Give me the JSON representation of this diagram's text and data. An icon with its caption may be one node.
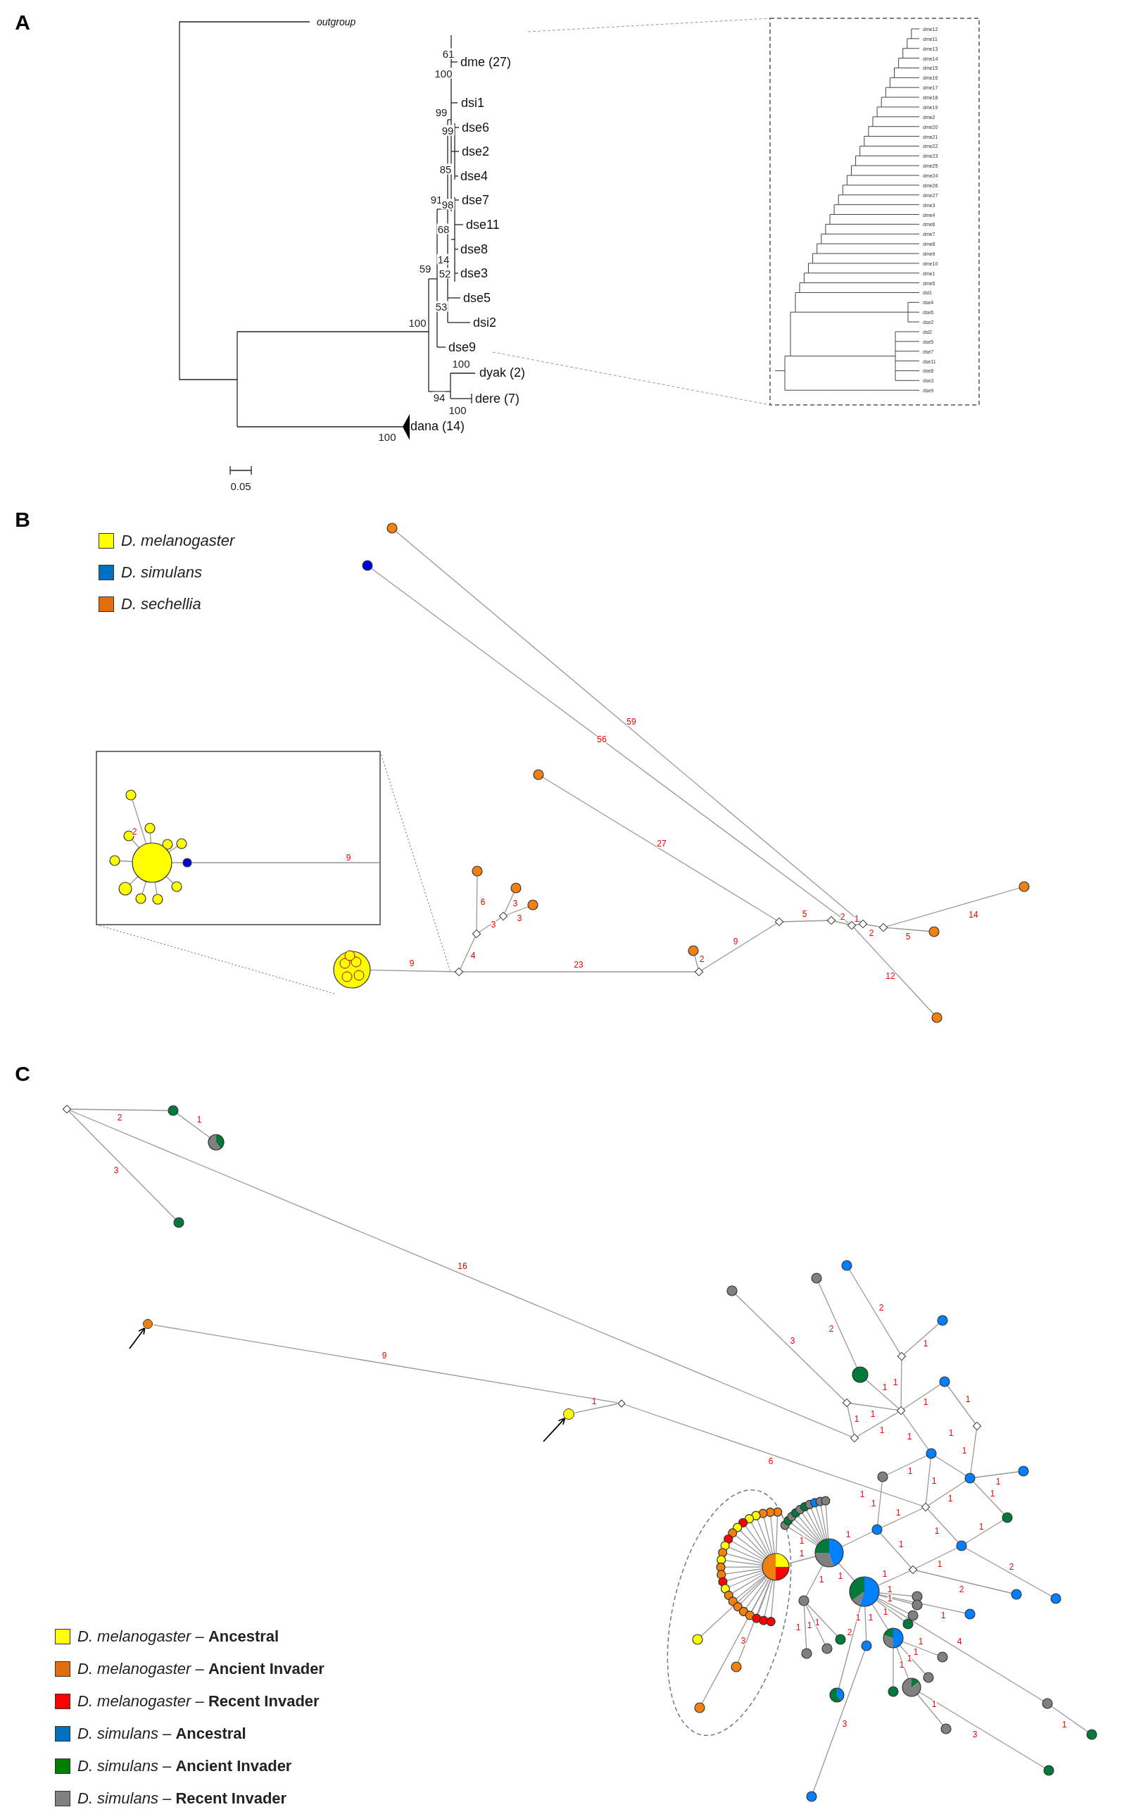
{
  "diagram": {
    "nodes": [
      {
        "text": [],
        "shape": "circle"
      },
      {
        "text": [],
        "shape": "circle"
      },
      {
        "text": [],
        "shape": "diamond"
      }
    ],
    "edges": [
      {
        "from": null,
        "to": 0,
        "arrow": "to"
      },
      {
        "from": null,
        "to": 1,
        "arrow": "to"
      },
      {
        "from": 0,
        "to": 2,
        "arrow": "none",
        "label": "9",
        "color": "#999999"
      },
      {
        "from": 1,
        "to": 2,
        "arrow": "none",
        "label": "1",
        "color": "#999999"
      }
    ],
    "labels": [
      "A",
      "B",
      "C",
      "outgroup",
      "61",
      "dme (27)",
      "100",
      "dsi1",
      "99",
      "99",
      "dse6",
      "dse2",
      "85",
      "dse4",
      "91",
      "98",
      "dse7",
      "68",
      "dse11",
      "dse8",
      "14",
      "59",
      "52",
      "dse3",
      "dse5",
      "53",
      "100",
      "dsi2",
      "dse9",
      "100",
      "dyak (2)",
      "94",
      "dere (7)",
      "100",
      "dana (14)",
      "100",
      "0.05",
      "dme12",
      "dme11",
      "dme13",
      "dme14",
      "dme15",
      "dme16",
      "dme17",
      "dme18",
      "dme19",
      "dme2",
      "dme20",
      "dme21",
      "dme22",
      "dme23",
      "dme25",
      "dme24",
      "dme26",
      "dme27",
      "dme3",
      "dme4",
      "dme6",
      "dme7",
      "dme8",
      "dme9",
      "dme10",
      "dme1",
      "dme5",
      "dsi1",
      "dse4",
      "dse6",
      "dse2",
      "dsi2",
      "dse5",
      "dse7",
      "dse11",
      "dse8",
      "dse3",
      "dse9",
      "2",
      "9",
      "59",
      "56",
      "27",
      "6",
      "3",
      "3",
      "3",
      "4",
      "9",
      "23",
      "2",
      "9",
      "5",
      "2",
      "1",
      "2",
      "5",
      "14",
      "12",
      "2",
      "1",
      "3",
      "16",
      "6",
      "3",
      "2",
      "2",
      "1",
      "1",
      "1",
      "1",
      "1",
      "1",
      "1",
      "1",
      "1",
      "1",
      "1",
      "1",
      "1",
      "1",
      "1",
      "1",
      "1",
      "1",
      "1",
      "1",
      "1",
      "1",
      "1",
      "1",
      "2",
      "2",
      "1",
      "1",
      "1",
      "1",
      "1",
      "1",
      "1",
      "1",
      "1",
      "1",
      "1",
      "1",
      "1",
      "1",
      "2",
      "4",
      "1",
      "1",
      "1",
      "1",
      "1",
      "3",
      "1",
      "3",
      "3"
    ],
    "legend": [
      {
        "text": "D. melanogaster",
        "color": "#ffff00"
      },
      {
        "text": "D. simulans",
        "color": "#0070c0"
      },
      {
        "text": "D. sechellia",
        "color": "#e46c0a"
      },
      {
        "text": "*D. melanogaster* – **Ancestral**",
        "color": "#ffff00"
      },
      {
        "text": "*D. melanogaster* – **Ancient Invader**",
        "color": "#e46c0a"
      },
      {
        "text": "*D. melanogaster* – **Recent Invader**",
        "color": "#ff0000"
      },
      {
        "text": "*D. simulans* – **Ancestral**",
        "color": "#0070c0"
      },
      {
        "text": "*D. simulans* – **Ancient Invader**",
        "color": "#008000"
      },
      {
        "text": "*D. simulans* – **Recent Invader**",
        "color": "#808080"
      }
    ]
  }
}
